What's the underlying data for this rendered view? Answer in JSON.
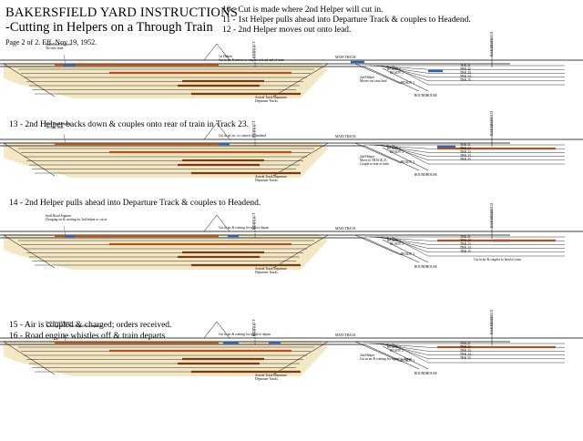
{
  "header": {
    "title_line1": "BAKERSFIELD YARD INSTRUCTIONS",
    "title_line2": "-Cutting in Helpers on a Through Train",
    "page_line": "Page 2 of 2.  Eff. Nov 19, 1952.",
    "steps": [
      "10 - Cut is made where 2nd Helper will cut in.",
      "11 - 1st Helper pulls ahead into Departure Track & couples to Headend.",
      "12 - 2nd Helper moves out onto lead."
    ]
  },
  "panels": [
    {
      "captions": [],
      "road_engine_note": "Stuff Road Engines\nTie onto train",
      "helper_note_1": "1st Helper\nCut in air & moves to coupler at head end of train",
      "helper_note_2": "2nd Helper\nMoves out onto lead",
      "helper_note_3": "",
      "small_note": "Arrival Track Departure\nDeparture Tracks"
    },
    {
      "captions": [
        "13 - 2nd Helper backs down & couples onto rear of train in Track 23."
      ],
      "road_engine_note": "Stuff Road Engines\nTie onto train",
      "helper_note_1": "Cut in air etc. to connect to headend",
      "helper_note_2": "2nd Helper\nMove to TRACK 23\nCouple to rear of train",
      "helper_note_3": "",
      "small_note": "Arrival Track Departure\nDeparture Tracks"
    },
    {
      "captions": [
        "14 - 2nd Helper pulls ahead into Departure Track & couples to Headend."
      ],
      "road_engine_note": "Stuff Road Engines\nCharging air & waiting for 2nd helper to cut in",
      "helper_note_1": "Cut in air & waiting for train to depart",
      "helper_note_2": "",
      "helper_note_3": "Cut in air & couples to head of train",
      "small_note": "Arrival Track Departure\nDeparture Tracks"
    },
    {
      "captions": [
        "15 - Air is coupled & charged; orders received.",
        "16 - Road engine whistles off & train departs"
      ],
      "road_engine_note": "Stuff Road Engines\nTrain together & whistling off for departure",
      "helper_note_1": "Cut in air & waiting for signal to depart",
      "helper_note_2": "2nd Helper\nCut in air & waiting for signal to depart",
      "helper_note_3": "",
      "small_note": "Arrival Track Departure\nDeparture Tracks"
    }
  ],
  "track_labels": {
    "main_track": "MAIN TRACK",
    "ready_1": "READY 1",
    "ready_2": "READY 2",
    "ready_3": "READY 3",
    "roundhouse": "ROUNDHOUSE",
    "kern_jct": "KERN JCT",
    "bakersfield": "BAKERSFIELD",
    "trk21": "TRK 21",
    "trk22": "TRK 22",
    "trk23": "TRK 23",
    "trk24": "TRK 24",
    "trk25": "TRK 25"
  },
  "colors": {
    "yard_fill": "#f3e7c4",
    "train": "#b5521c",
    "train_dark": "#7a3a12",
    "helper": "#2a63c6",
    "track": "#000000"
  }
}
